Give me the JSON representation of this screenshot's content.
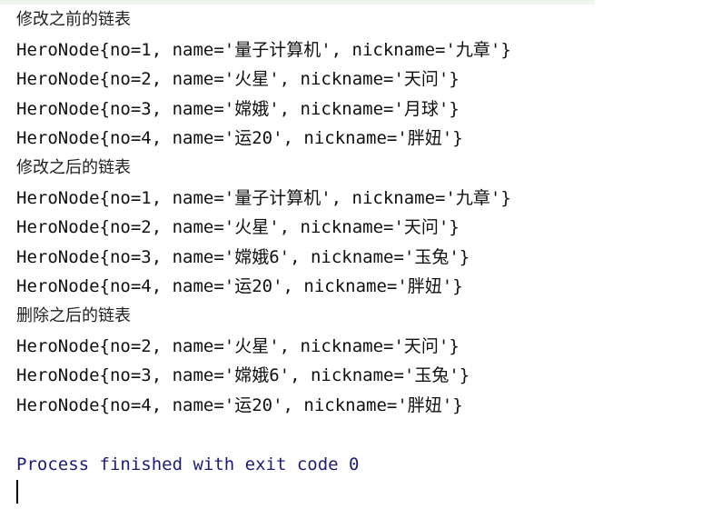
{
  "console": {
    "lines": [
      {
        "type": "heading",
        "text": "修改之前的链表"
      },
      {
        "type": "output",
        "text": "HeroNode{no=1, name='量子计算机', nickname='九章'}"
      },
      {
        "type": "output",
        "text": "HeroNode{no=2, name='火星', nickname='天问'}"
      },
      {
        "type": "output",
        "text": "HeroNode{no=3, name='嫦娥', nickname='月球'}"
      },
      {
        "type": "output",
        "text": "HeroNode{no=4, name='运20', nickname='胖妞'}"
      },
      {
        "type": "heading",
        "text": "修改之后的链表"
      },
      {
        "type": "output",
        "text": "HeroNode{no=1, name='量子计算机', nickname='九章'}"
      },
      {
        "type": "output",
        "text": "HeroNode{no=2, name='火星', nickname='天问'}"
      },
      {
        "type": "output",
        "text": "HeroNode{no=3, name='嫦娥6', nickname='玉兔'}"
      },
      {
        "type": "output",
        "text": "HeroNode{no=4, name='运20', nickname='胖妞'}"
      },
      {
        "type": "heading",
        "text": "删除之后的链表"
      },
      {
        "type": "output",
        "text": "HeroNode{no=2, name='火星', nickname='天问'}"
      },
      {
        "type": "output",
        "text": "HeroNode{no=3, name='嫦娥6', nickname='玉兔'}"
      },
      {
        "type": "output",
        "text": "HeroNode{no=4, name='运20', nickname='胖妞'}"
      },
      {
        "type": "blank",
        "text": ""
      },
      {
        "type": "process",
        "text": "Process finished with exit code 0"
      }
    ]
  },
  "colors": {
    "text": "#101010",
    "process": "#1c1c7a",
    "top_strip": "#eef6ec"
  }
}
